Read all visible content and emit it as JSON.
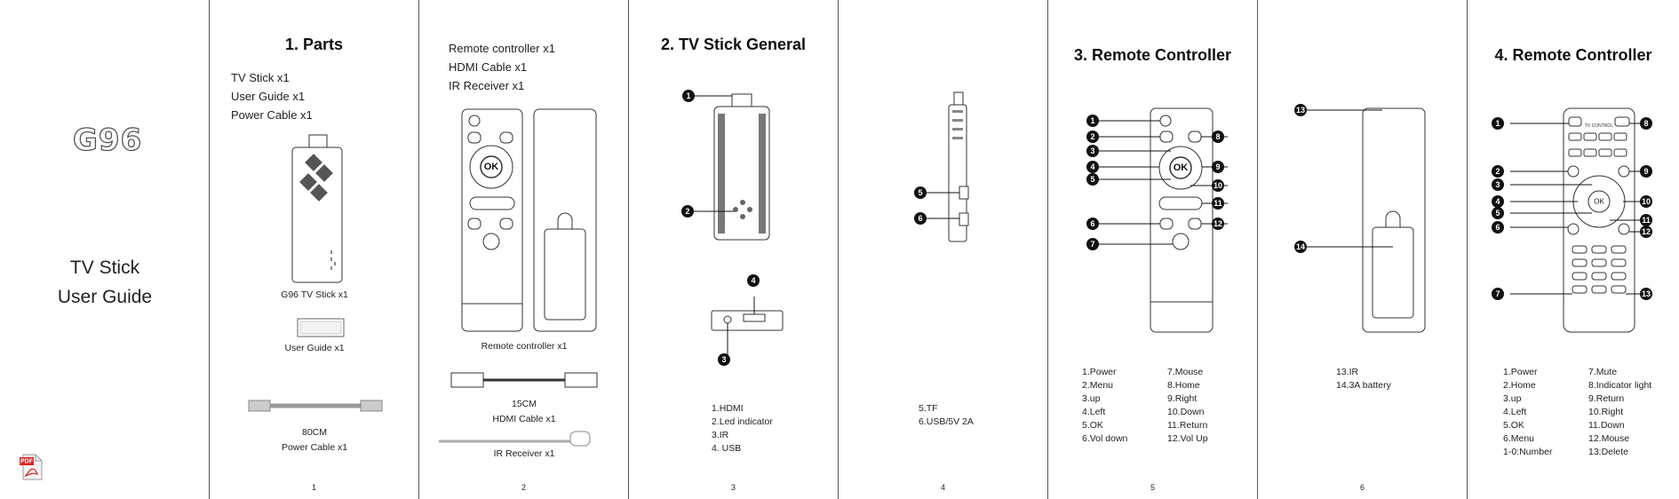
{
  "cover": {
    "logo": "G96",
    "title_line1": "TV Stick",
    "title_line2": "User Guide",
    "pdf_icon_label": "PDF"
  },
  "p1": {
    "title": "1. Parts",
    "items": [
      "TV Stick x1",
      "User Guide x1",
      "Power Cable x1"
    ],
    "cap_stick": "G96 TV Stick x1",
    "cap_guide": "User Guide x1",
    "cap_cable_len": "80CM",
    "cap_cable": "Power Cable x1",
    "num": "1"
  },
  "p2": {
    "items": [
      "Remote controller x1",
      "HDMI Cable x1",
      "IR Receiver x1"
    ],
    "cap_remote": "Remote controller x1",
    "cap_hdmi_len": "15CM",
    "cap_hdmi": "HDMI Cable x1",
    "cap_ir": "IR Receiver x1",
    "num": "2"
  },
  "p3": {
    "title": "2. TV Stick General",
    "list": [
      "1.HDMI",
      "2.Led indicator",
      "3.IR",
      "4. USB"
    ],
    "num": "3"
  },
  "p4": {
    "list": [
      "5.TF",
      "6.USB/5V 2A"
    ],
    "num": "4"
  },
  "p5": {
    "title": "3. Remote Controller",
    "col1": [
      "1.Power",
      "2.Menu",
      "3.up",
      "4.Left",
      "5.OK",
      "6.Vol down"
    ],
    "col2": [
      "7.Mouse",
      "8.Home",
      "9.Right",
      "10.Down",
      "11.Return",
      "12.Vol Up"
    ],
    "num": "5"
  },
  "p6": {
    "list": [
      "13.IR",
      "14.3A battery"
    ],
    "num": "6"
  },
  "p7": {
    "title": "4. Remote Controller",
    "col1": [
      "1.Power",
      "2.Home",
      "3.up",
      "4.Left",
      "5.OK",
      "6.Menu",
      "1-0:Number"
    ],
    "col2": [
      "7.Mute",
      "8.Indicator light",
      "9.Return",
      "10.Right",
      "11.Down",
      "12.Mouse",
      "13:Delete"
    ],
    "ok_label": "OK",
    "tv_control_label": "TV CONTROL"
  },
  "remote": {
    "ok_label": "OK"
  },
  "badges": {
    "p3": [
      "1",
      "2",
      "3",
      "4"
    ],
    "p4": [
      "5",
      "6"
    ],
    "p5": [
      "1",
      "2",
      "3",
      "4",
      "5",
      "6",
      "7",
      "8",
      "9",
      "10",
      "11",
      "12"
    ],
    "p6": [
      "13",
      "14"
    ],
    "p7": [
      "1",
      "2",
      "3",
      "4",
      "5",
      "6",
      "7",
      "8",
      "9",
      "10",
      "11",
      "12",
      "13"
    ]
  }
}
